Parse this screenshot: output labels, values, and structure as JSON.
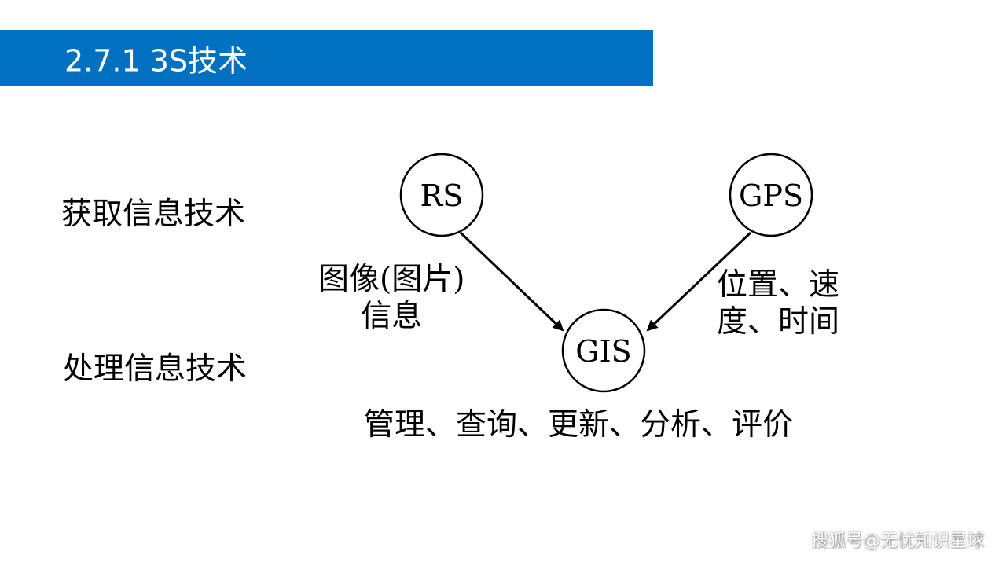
{
  "title": "2.7.1 3S技术",
  "left_labels": {
    "acquire": "获取信息技术",
    "process": "处理信息技术"
  },
  "nodes": {
    "rs": "RS",
    "gps": "GPS",
    "gis": "GIS"
  },
  "edge_labels": {
    "rs_line1": "图像(图片)",
    "rs_line2": "信息",
    "gps_line1": "位置、速",
    "gps_line2": "度、时间"
  },
  "gis_functions": "管理、查询、更新、分析、评价",
  "watermark": "搜狐号@无忧知识星球"
}
